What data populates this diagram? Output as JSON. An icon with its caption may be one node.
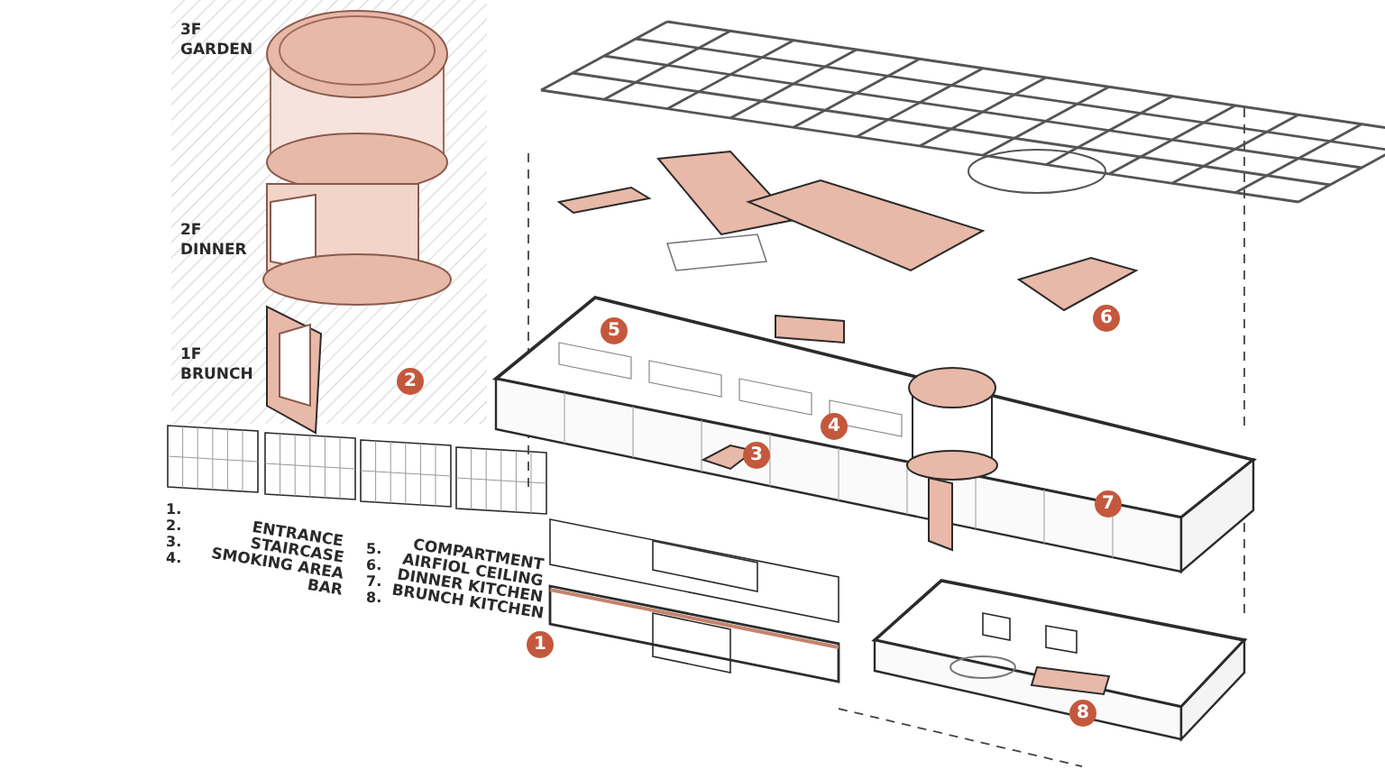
{
  "diagram": {
    "labels": [
      "3F GARDEN",
      "2F DINNER",
      "1F BRUNCH",
      "6",
      "5",
      "2",
      "4",
      "3",
      "7",
      "1.",
      "2.",
      "3.",
      "4.",
      "ENTRANCE",
      "STAIRCASE",
      "SMOKING AREA",
      "BAR",
      "5.",
      "6.",
      "7.",
      "8.",
      "COMPARTMENT",
      "AIRFIOL CEILING",
      "DINNER KITCHEN",
      "BRUNCH KITCHEN",
      "1",
      "8"
    ]
  }
}
